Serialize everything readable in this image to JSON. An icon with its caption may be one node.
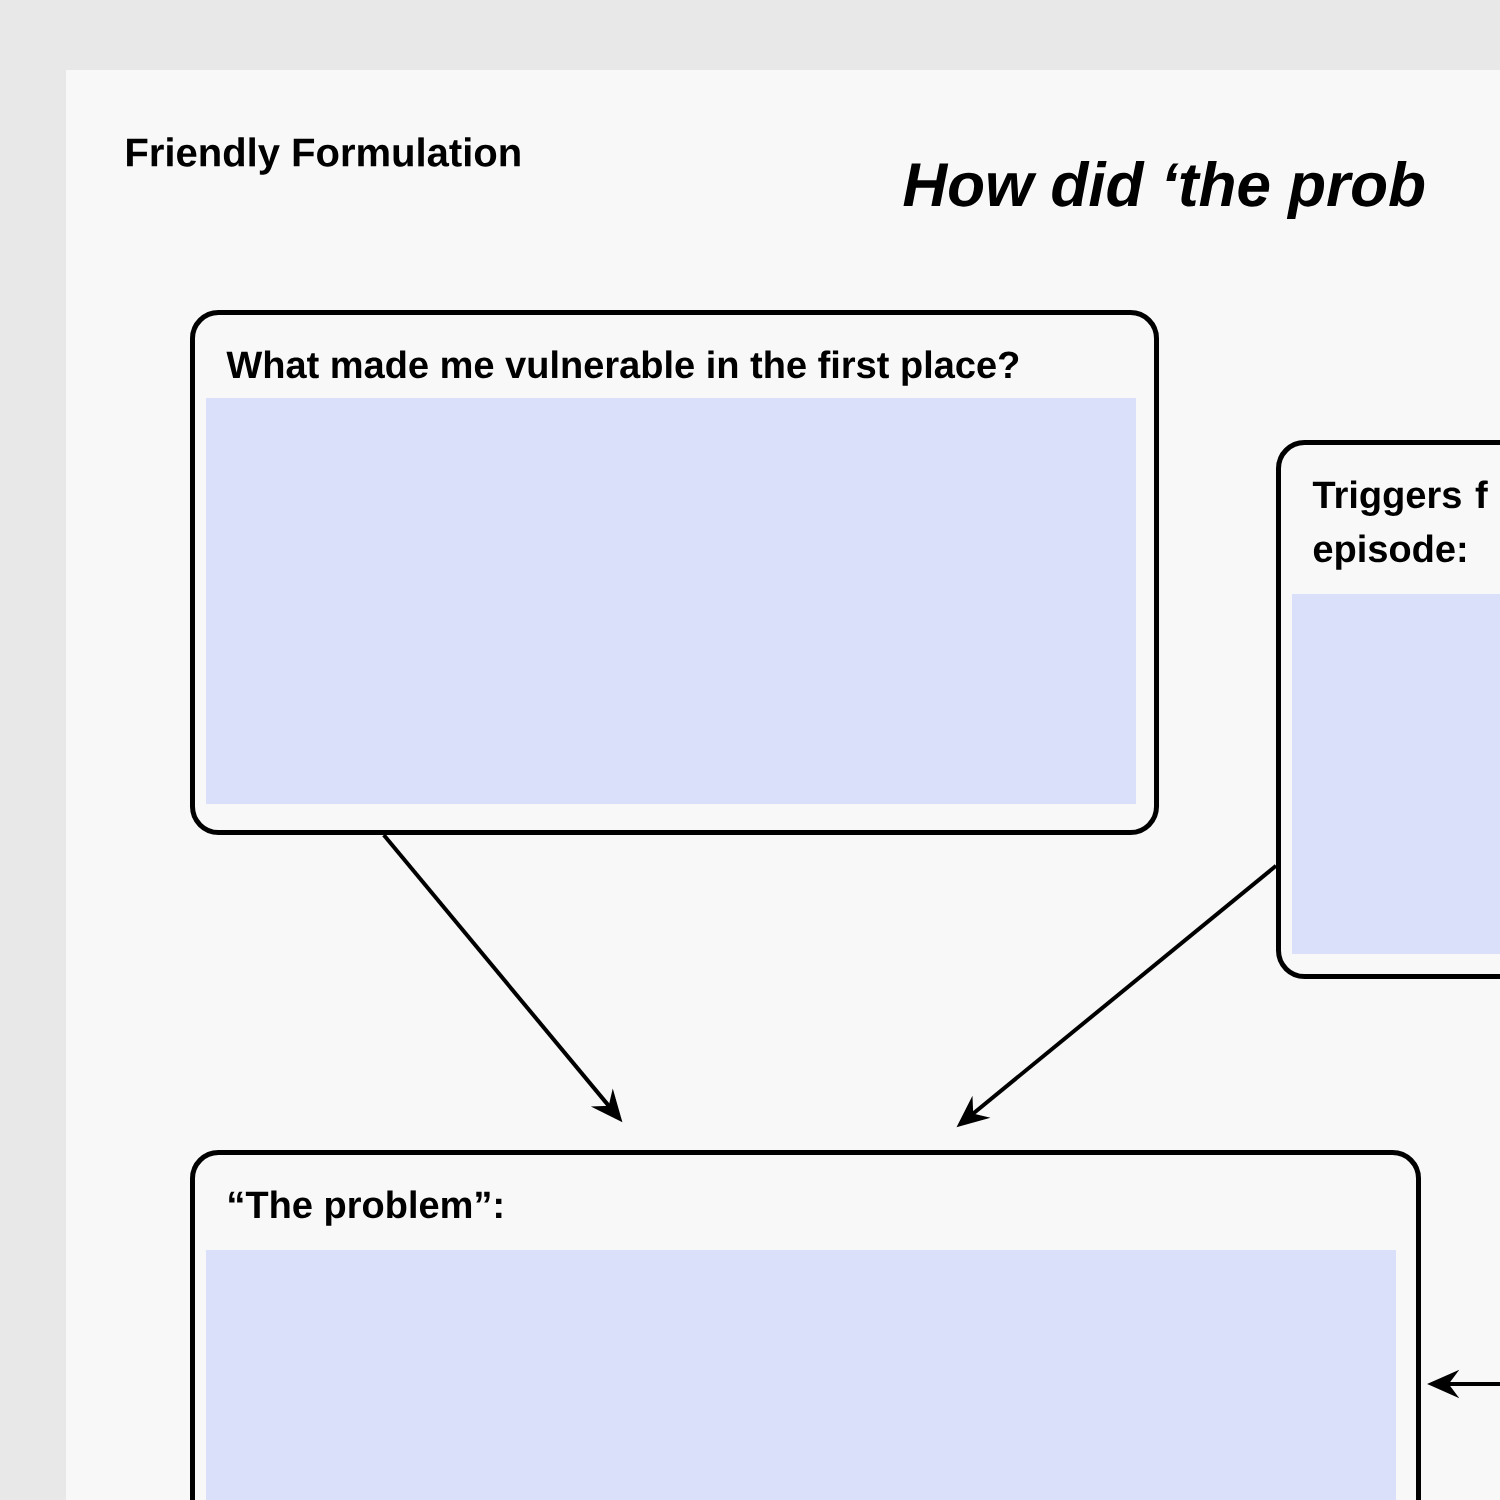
{
  "diagram": {
    "title": "How did ‘the prob",
    "nodes": [
      {
        "text": [
          "What made me vulnerable in the first place?"
        ]
      },
      {
        "text": [
          "Triggers f episode:"
        ]
      },
      {
        "text": [
          "“The problem”:"
        ]
      }
    ],
    "edges": [
      {
        "from": 0,
        "to": 2,
        "arrow": "to"
      },
      {
        "from": 1,
        "to": 2,
        "arrow": "to"
      },
      {
        "from": null,
        "to": 2,
        "arrow": "to"
      }
    ],
    "labels": [
      "Friendly Formulation"
    ]
  }
}
